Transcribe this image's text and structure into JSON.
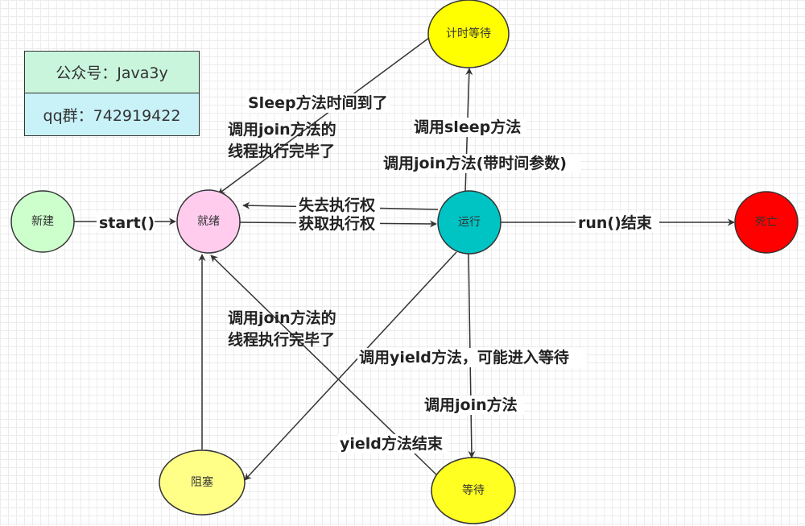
{
  "info": {
    "line1": "公众号：Java3y",
    "line2": "qq群：742919422"
  },
  "nodes": {
    "new": "新建",
    "ready": "就绪",
    "running": "运行",
    "dead": "死亡",
    "timed_waiting": "计时等待",
    "blocked": "阻塞",
    "waiting": "等待"
  },
  "edges": {
    "start": "start()",
    "lose_cpu": "失去执行权",
    "get_cpu": "获取执行权",
    "run_end": "run()结束",
    "sleep_end": "Sleep方法时间到了",
    "join_done_1a": "调用join方法的",
    "join_done_1b": "线程执行完毕了",
    "call_sleep": "调用sleep方法",
    "call_join_timed": "调用join方法(带时间参数)",
    "join_done_2a": "调用join方法的",
    "join_done_2b": "线程执行完毕了",
    "call_yield": "调用yield方法，可能进入等待",
    "call_join": "调用join方法",
    "yield_end": "yield方法结束"
  },
  "colors": {
    "new": "#ccffcc",
    "ready": "#ffccee",
    "running": "#00c4c4",
    "dead": "#ff0000",
    "timed_waiting": "#ffff00",
    "blocked": "#ffff88",
    "waiting": "#ffff22"
  }
}
